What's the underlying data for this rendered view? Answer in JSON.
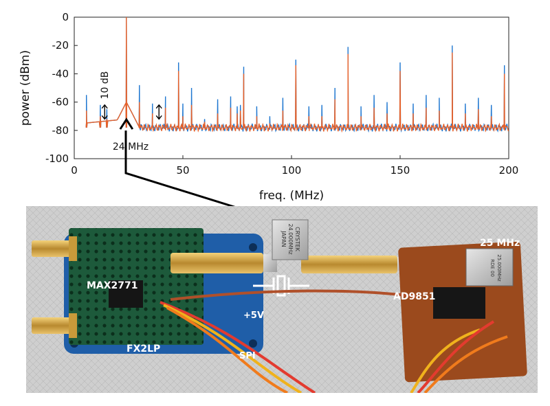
{
  "chart_data": {
    "type": "line",
    "xlabel": "freq. (MHz)",
    "ylabel": "power (dBm)",
    "xlim": [
      0,
      200
    ],
    "ylim": [
      -100,
      0
    ],
    "x_ticks": [
      "0",
      "50",
      "100",
      "150",
      "200"
    ],
    "y_ticks": [
      "0",
      "-20",
      "-40",
      "-60",
      "-80",
      "-100"
    ],
    "noise_floor_dbm": -78,
    "series": [
      {
        "name": "blue",
        "color": "#1f77d0",
        "peaks": [
          {
            "f": 5.6,
            "p": -55
          },
          {
            "f": 12,
            "p": -62
          },
          {
            "f": 15,
            "p": -65
          },
          {
            "f": 24,
            "p": 0
          },
          {
            "f": 30,
            "p": -48
          },
          {
            "f": 36,
            "p": -61
          },
          {
            "f": 42,
            "p": -56
          },
          {
            "f": 48,
            "p": -32
          },
          {
            "f": 50,
            "p": -61
          },
          {
            "f": 54,
            "p": -50
          },
          {
            "f": 60,
            "p": -72
          },
          {
            "f": 66,
            "p": -58
          },
          {
            "f": 72,
            "p": -56
          },
          {
            "f": 75,
            "p": -63
          },
          {
            "f": 76.5,
            "p": -62
          },
          {
            "f": 78,
            "p": -35
          },
          {
            "f": 84,
            "p": -63
          },
          {
            "f": 90,
            "p": -70
          },
          {
            "f": 96,
            "p": -57
          },
          {
            "f": 102,
            "p": -30
          },
          {
            "f": 108,
            "p": -63
          },
          {
            "f": 114,
            "p": -62
          },
          {
            "f": 120,
            "p": -50
          },
          {
            "f": 126,
            "p": -21
          },
          {
            "f": 132,
            "p": -63
          },
          {
            "f": 138,
            "p": -55
          },
          {
            "f": 144,
            "p": -60
          },
          {
            "f": 150,
            "p": -32
          },
          {
            "f": 156,
            "p": -61
          },
          {
            "f": 162,
            "p": -55
          },
          {
            "f": 168,
            "p": -57
          },
          {
            "f": 174,
            "p": -20
          },
          {
            "f": 180,
            "p": -61
          },
          {
            "f": 186,
            "p": -57
          },
          {
            "f": 192,
            "p": -62
          },
          {
            "f": 198,
            "p": -34
          }
        ]
      },
      {
        "name": "orange",
        "color": "#e8622a",
        "peaks": [
          {
            "f": 5.6,
            "p": -66
          },
          {
            "f": 12,
            "p": -70
          },
          {
            "f": 15,
            "p": -72
          },
          {
            "f": 24,
            "p": 0
          },
          {
            "f": 30,
            "p": -60
          },
          {
            "f": 36,
            "p": -68
          },
          {
            "f": 42,
            "p": -64
          },
          {
            "f": 48,
            "p": -38
          },
          {
            "f": 50,
            "p": -70
          },
          {
            "f": 54,
            "p": -62
          },
          {
            "f": 60,
            "p": -74
          },
          {
            "f": 66,
            "p": -68
          },
          {
            "f": 72,
            "p": -64
          },
          {
            "f": 75,
            "p": -68
          },
          {
            "f": 76.5,
            "p": -66
          },
          {
            "f": 78,
            "p": -40
          },
          {
            "f": 84,
            "p": -70
          },
          {
            "f": 90,
            "p": -75
          },
          {
            "f": 96,
            "p": -66
          },
          {
            "f": 102,
            "p": -34
          },
          {
            "f": 108,
            "p": -70
          },
          {
            "f": 114,
            "p": -70
          },
          {
            "f": 120,
            "p": -58
          },
          {
            "f": 126,
            "p": -26
          },
          {
            "f": 132,
            "p": -70
          },
          {
            "f": 138,
            "p": -64
          },
          {
            "f": 144,
            "p": -68
          },
          {
            "f": 150,
            "p": -38
          },
          {
            "f": 156,
            "p": -68
          },
          {
            "f": 162,
            "p": -64
          },
          {
            "f": 168,
            "p": -66
          },
          {
            "f": 174,
            "p": -25
          },
          {
            "f": 180,
            "p": -68
          },
          {
            "f": 186,
            "p": -65
          },
          {
            "f": 192,
            "p": -70
          },
          {
            "f": 198,
            "p": -40
          }
        ]
      }
    ],
    "annotations": {
      "step_label": "10 dB",
      "carrier_label": "24 MHz",
      "step_marker_1_f": 14,
      "step_marker_2_f": 39
    }
  },
  "photo": {
    "labels": {
      "max": "MAX2771",
      "fx2": "FX2LP",
      "ad": "AD9851",
      "osc": "25 MHz",
      "v5": "+5V",
      "spi": "SPI"
    },
    "crystal_text": [
      "CRYSTEK",
      "24.000MHz",
      "JAPAN"
    ],
    "osc_text": [
      "25.000MHz",
      "RDE 00"
    ]
  }
}
